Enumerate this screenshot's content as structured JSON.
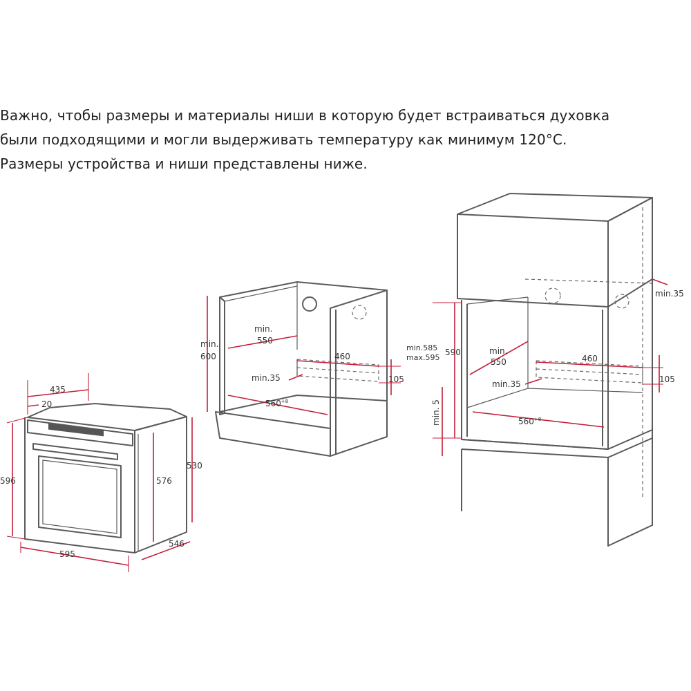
{
  "intro": {
    "line1": "Важно, чтобы размеры и материалы ниши в которую будет встраиваться духовка",
    "line2": "были подходящими и могли выдерживать температуру как минимум 120°С.",
    "line3": "Размеры устройства и ниши представлены ниже."
  },
  "oven": {
    "depth_total": "435",
    "depth_front": "20",
    "height": "596",
    "height_inner": "576",
    "height_side": "530",
    "width": "595",
    "depth": "546"
  },
  "niche_under_counter": {
    "height_min": "min.",
    "height_min_value": "600",
    "depth_min": "min.",
    "depth_min_value": "550",
    "vent_width": "460",
    "vent_height": "105",
    "vent_gap": "min.35",
    "width": "560",
    "width_tolerance": "+8"
  },
  "niche_column": {
    "top_gap": "min.35",
    "height_range_min": "min.585",
    "height_range_max": "max.595",
    "height": "590",
    "depth_min": "min.",
    "depth_min_value": "550",
    "vent_width": "460",
    "vent_height": "105",
    "vent_gap": "min.35",
    "bottom_gap": "min. 5",
    "width": "560",
    "width_tolerance": "+8"
  },
  "colors": {
    "dimension_line": "#c41e3a",
    "outline": "#5a5a5a",
    "text": "#222222"
  }
}
